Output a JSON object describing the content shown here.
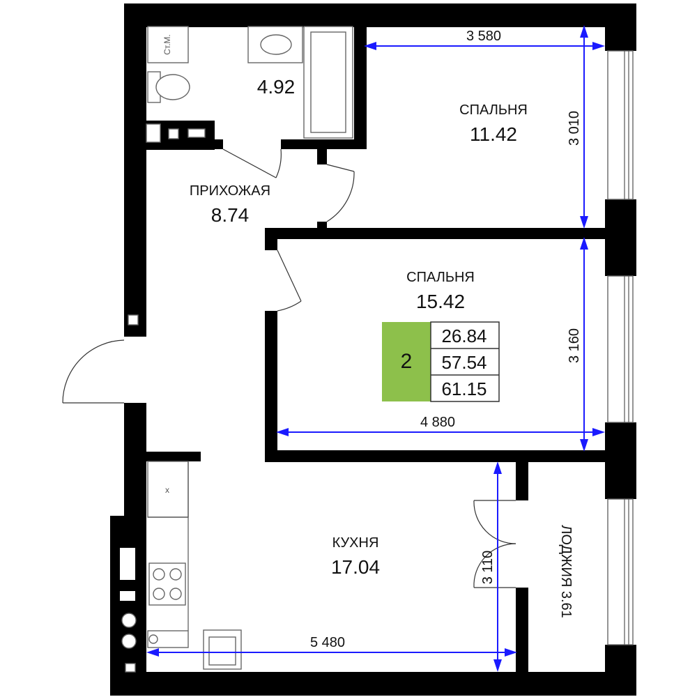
{
  "rooms": {
    "bathroom": {
      "area": "4.92"
    },
    "bedroom_1": {
      "name": "СПАЛЬНЯ",
      "area": "11.42"
    },
    "hallway": {
      "name": "ПРИХОЖАЯ",
      "area": "8.74"
    },
    "bedroom_2": {
      "name": "СПАЛЬНЯ",
      "area": "15.42"
    },
    "kitchen": {
      "name": "КУХНЯ",
      "area": "17.04"
    },
    "loggia": {
      "label": "ЛОДЖИЯ 3.61"
    }
  },
  "fixtures": {
    "washer_label": "Ст.М.",
    "fridge_mark": "x"
  },
  "dimensions": {
    "bedroom1_width": "3 580",
    "bedroom1_depth": "3 010",
    "bedroom2_width": "4 880",
    "bedroom2_depth": "3 160",
    "kitchen_width": "5 480",
    "kitchen_depth": "3 110"
  },
  "summary": {
    "rooms_count": "2",
    "living_area": "26.84",
    "total_area": "57.54",
    "total_area_with_loggia": "61.15",
    "badge_color": "#8dc04b"
  },
  "colors": {
    "walls": "#000000",
    "dimension_lines": "#1a1aff"
  }
}
